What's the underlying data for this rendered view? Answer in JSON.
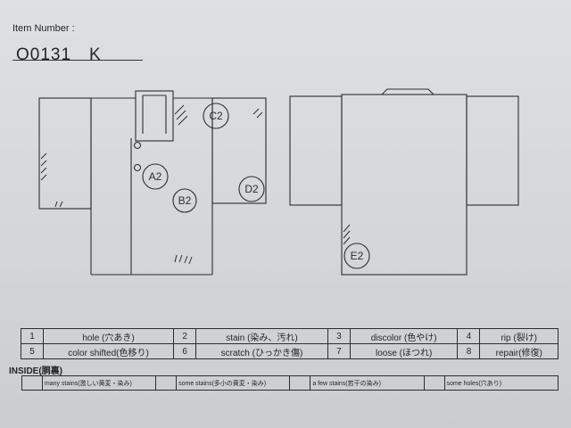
{
  "header": {
    "item_number_label": "Item Number :",
    "item_number": "O0131　K"
  },
  "diagram": {
    "labels": {
      "c2": "C2",
      "a2": "A2",
      "b2": "B2",
      "d2": "D2",
      "e2": "E2"
    }
  },
  "legend": [
    {
      "num": "1",
      "label": "hole (穴あき)"
    },
    {
      "num": "2",
      "label": "stain (染み、汚れ)"
    },
    {
      "num": "3",
      "label": "discolor (色やけ)"
    },
    {
      "num": "4",
      "label": "rip (裂け)"
    },
    {
      "num": "5",
      "label": "color shifted(色移り)"
    },
    {
      "num": "6",
      "label": "scratch (ひっかき傷)"
    },
    {
      "num": "7",
      "label": "loose (ほつれ)"
    },
    {
      "num": "8",
      "label": "repair(修復)"
    }
  ],
  "inside": {
    "title": "INSIDE(胴裏)",
    "levels": [
      "many stains(激しい黄変・染み)",
      "some stains(多小の黄変・染み)",
      "a few stains(若干の染み)",
      "some holes(穴あり)"
    ]
  }
}
